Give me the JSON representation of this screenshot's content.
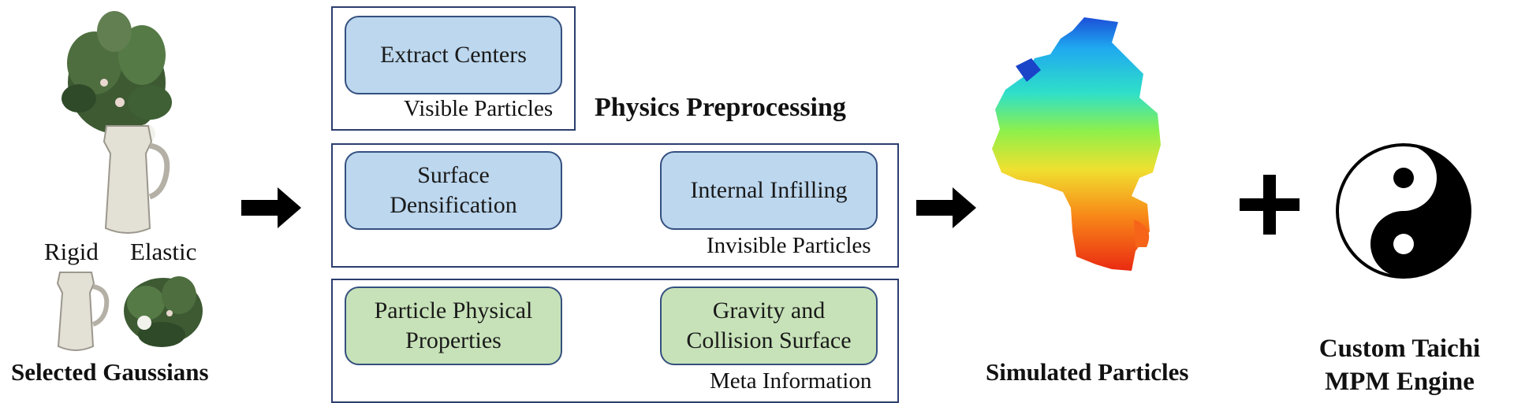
{
  "left": {
    "rigid_label": "Rigid",
    "elastic_label": "Elastic",
    "caption": "Selected Gaussians"
  },
  "preprocessing": {
    "title": "Physics Preprocessing",
    "visible": {
      "group_label": "Visible Particles",
      "box1": "Extract Centers"
    },
    "invisible": {
      "group_label": "Invisible Particles",
      "box1_line1": "Surface",
      "box1_line2": "Densification",
      "box2": "Internal Infilling"
    },
    "meta": {
      "group_label": "Meta Information",
      "box1_line1": "Particle Physical",
      "box1_line2": "Properties",
      "box2_line1": "Gravity and",
      "box2_line2": "Collision Surface"
    }
  },
  "right": {
    "simulated_caption": "Simulated Particles",
    "plus": "+",
    "engine_line1": "Custom Taichi",
    "engine_line2": "MPM Engine"
  },
  "colors": {
    "blue_box": "#bcd7ee",
    "green_box": "#c7e2b8",
    "frame": "#2c3e6e",
    "arrow": "#000000"
  }
}
